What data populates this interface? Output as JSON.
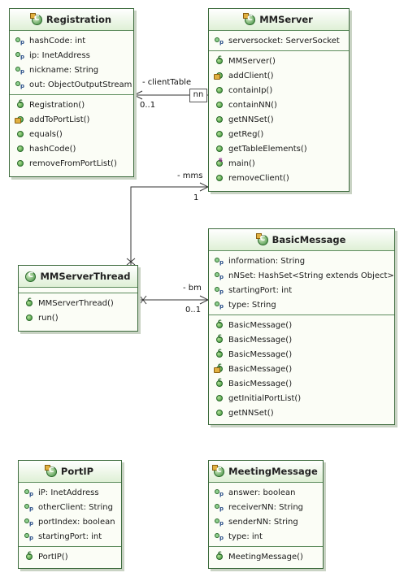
{
  "classes": {
    "registration": {
      "name": "Registration",
      "fields": [
        "hashCode: int",
        "ip: InetAddress",
        "nickname: String",
        "out: ObjectOutputStream"
      ],
      "methods": [
        "Registration()",
        "addToPortList()",
        "equals()",
        "hashCode()",
        "removeFromPortList()"
      ]
    },
    "mmserver": {
      "name": "MMServer",
      "fields": [
        "serversocket: ServerSocket"
      ],
      "methods": [
        "MMServer()",
        "addClient()",
        "containIp()",
        "containNN()",
        "getNNSet()",
        "getReg()",
        "getTableElements()",
        "main()",
        "removeClient()"
      ]
    },
    "mmserverthread": {
      "name": "MMServerThread",
      "fields": [],
      "methods": [
        "MMServerThread()",
        "run()"
      ]
    },
    "basicmessage": {
      "name": "BasicMessage",
      "fields": [
        "information: String",
        "nNSet: HashSet<String extends Object>",
        "startingPort: int",
        "type: String"
      ],
      "methods": [
        "BasicMessage()",
        "BasicMessage()",
        "BasicMessage()",
        "BasicMessage()",
        "BasicMessage()",
        "getInitialPortList()",
        "getNNSet()"
      ]
    },
    "portip": {
      "name": "PortIP",
      "fields": [
        "iP: InetAddress",
        "otherClient: String",
        "portIndex: boolean",
        "startingPort: int"
      ],
      "methods": [
        "PortIP()"
      ]
    },
    "meetingmessage": {
      "name": "MeetingMessage",
      "fields": [
        "answer: boolean",
        "receiverNN: String",
        "senderNN: String",
        "type: int"
      ],
      "methods": [
        "MeetingMessage()"
      ]
    }
  },
  "associations": {
    "client_table": {
      "role": "- clientTable",
      "multiplicity": "0..1",
      "qualifier": "nn"
    },
    "mms": {
      "role": "- mms",
      "multiplicity": "1"
    },
    "bm": {
      "role": "- bm",
      "multiplicity": "0..1"
    }
  }
}
